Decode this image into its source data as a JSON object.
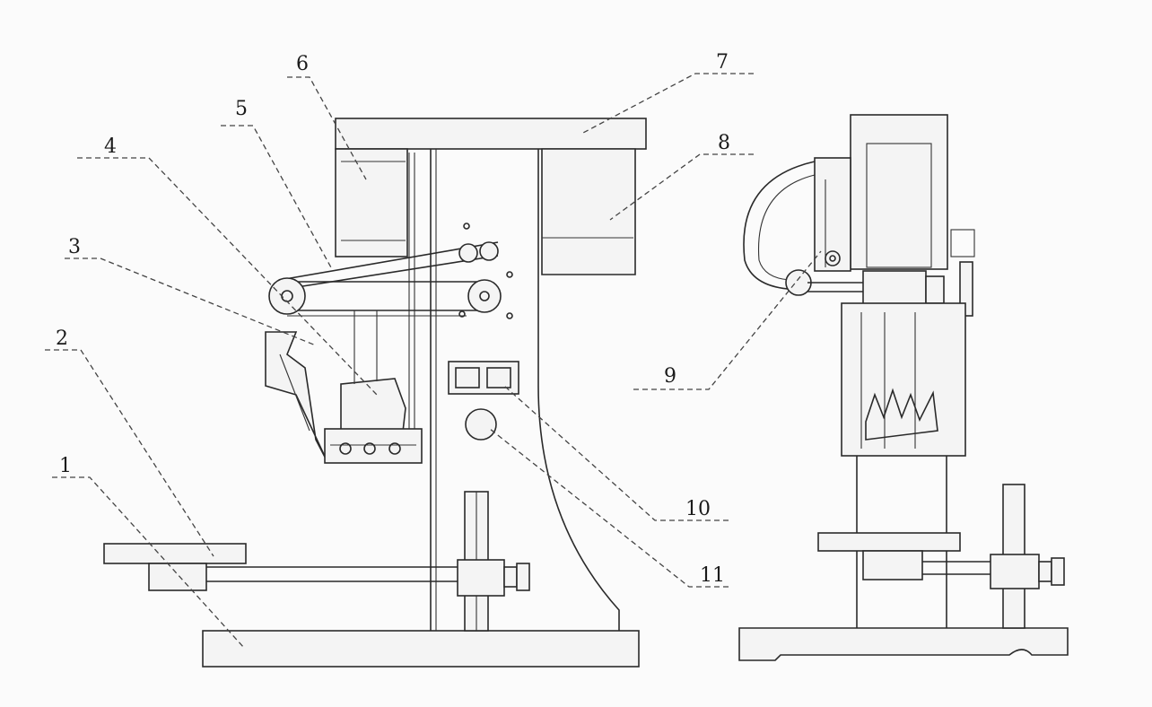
{
  "diagram": {
    "labels": {
      "l1": "1",
      "l2": "2",
      "l3": "3",
      "l4": "4",
      "l5": "5",
      "l6": "6",
      "l7": "7",
      "l8": "8",
      "l9": "9",
      "l10": "10",
      "l11": "11"
    }
  },
  "colors": {
    "line": "#2a2a2a",
    "background": "#fbfbfb"
  }
}
